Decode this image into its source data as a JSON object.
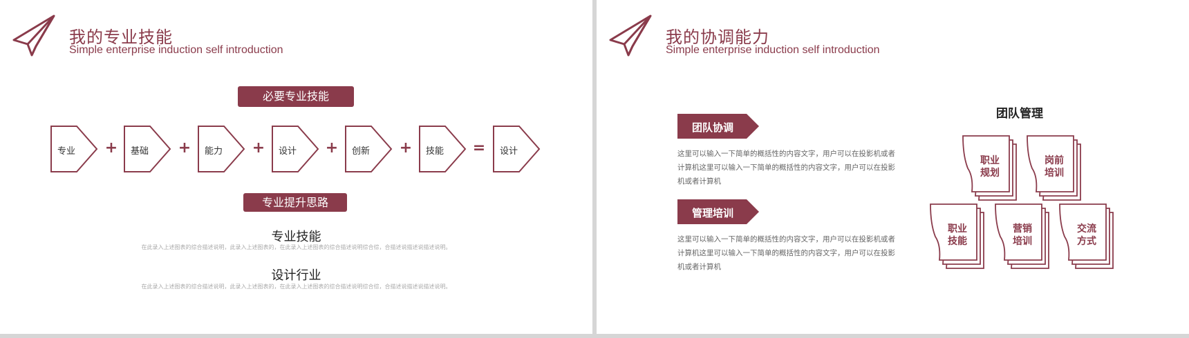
{
  "slide1": {
    "title": "我的专业技能",
    "subtitle": "Simple enterprise induction self introduction",
    "badge_required": "必要专业技能",
    "flow": [
      {
        "label": "专业"
      },
      {
        "op": "+"
      },
      {
        "label": "基础"
      },
      {
        "op": "+"
      },
      {
        "label": "能力"
      },
      {
        "op": "+"
      },
      {
        "label": "设计"
      },
      {
        "op": "+"
      },
      {
        "label": "创新"
      },
      {
        "op": "+"
      },
      {
        "label": "技能"
      },
      {
        "op": "="
      },
      {
        "label": "设计"
      }
    ],
    "badge_thinking": "专业提升思路",
    "sections": [
      {
        "heading": "专业技能",
        "desc": "在此录入上述图表的综合描述说明，此录入上述图表的，在此录入上述图表的综合描述说明综合综，合描述说描述说描述说明。"
      },
      {
        "heading": "设计行业",
        "desc": "在此录入上述图表的综合描述说明，此录入上述图表的，在此录入上述图表的综合描述说明综合综，合描述说描述说描述说明。"
      }
    ]
  },
  "slide2": {
    "title": "我的协调能力",
    "subtitle": "Simple enterprise induction self introduction",
    "blocks": [
      {
        "label": "团队协调",
        "text": "这里可以输入一下简单的概括性的内容文字，用户可以在投影机或者计算机这里可以输入一下简单的概括性的内容文字，用户可以在投影机或者计算机"
      },
      {
        "label": "管理培训",
        "text": "这里可以输入一下简单的概括性的内容文字，用户可以在投影机或者计算机这里可以输入一下简单的概括性的内容文字，用户可以在投影机或者计算机"
      }
    ],
    "team_title": "团队管理",
    "cards": [
      {
        "line1": "职业",
        "line2": "规划"
      },
      {
        "line1": "岗前",
        "line2": "培训"
      },
      {
        "line1": "职业",
        "line2": "技能"
      },
      {
        "line1": "营销",
        "line2": "培训"
      },
      {
        "line1": "交流",
        "line2": "方式"
      }
    ]
  },
  "colors": {
    "accent": "#8a3b4b",
    "background": "#ffffff",
    "gutter": "#d6d6d6"
  },
  "icons": {
    "logo": "paper-plane-icon"
  }
}
